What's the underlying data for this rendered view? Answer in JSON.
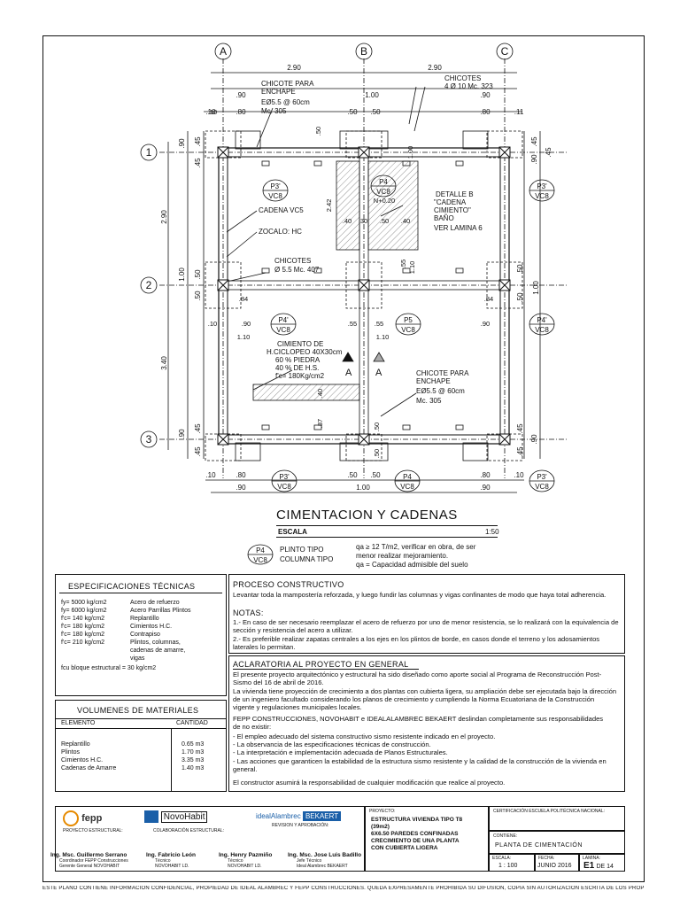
{
  "plan": {
    "axes": {
      "cols": [
        "A",
        "B",
        "C"
      ],
      "rows": [
        "1",
        "2",
        "3"
      ]
    },
    "dims_top": {
      "span_ab": "2.90",
      "span_bc": "2.90",
      "row2": [
        ".90",
        "1.00",
        ".90"
      ],
      "row3": [
        ".10",
        ".80",
        ".50",
        ".50",
        ".80",
        ".11"
      ]
    },
    "dims_left": {
      "span_12": "2.90",
      "span_23": "3.40",
      "d1": [
        ".90",
        ".45",
        ".45"
      ],
      "d2": [
        "1.00",
        ".50",
        ".50"
      ],
      "d3": [
        ".90",
        ".45",
        ".45"
      ]
    },
    "dims_right": {
      "d1": [
        ".45",
        ".90",
        ".45"
      ],
      "d2": [
        "1.00",
        ".50",
        ".50"
      ],
      "d3": [
        ".90",
        ".45",
        ".45"
      ]
    },
    "dims_bottom": {
      "row1": [
        ".10",
        ".80",
        ".50",
        ".50",
        ".80",
        ".10"
      ],
      "row2": [
        ".90",
        "1.00",
        ".90"
      ]
    },
    "inner_dims": [
      ".50",
      "2.42",
      ".40",
      ".30",
      ".50",
      ".40",
      ".55",
      "1.10",
      ".84",
      ".84",
      ".90",
      ".55",
      ".55",
      ".90",
      ".10",
      "1.10",
      "1.10",
      ".40",
      ".87",
      ".50",
      ".50",
      "1.00",
      ".10",
      "N+0.20"
    ],
    "notes": {
      "chicote_enchape": [
        "CHICOTE PARA",
        "ENCHAPE",
        "EØ5.5 @ 60cm",
        "Mc. 305"
      ],
      "chicotes_top": [
        "CHICOTES",
        "4 Ø 10 Mc. 323"
      ],
      "cadena": "CADENA VC5",
      "zocalo": "ZOCALO: HC",
      "chicotes_mid": [
        "CHICOTES",
        "Ø 5.5 Mc. 407"
      ],
      "detalle": [
        "DETALLE B",
        "\"CADENA",
        "CIMIENTO\"",
        "BAÑO",
        "VER LAMINA 6"
      ],
      "cimiento": [
        "CIMIENTO DE",
        "H.CICLOPEO 40X30cm",
        "60 % PIEDRA",
        "40 % DE H.S.",
        "f'c= 180Kg/cm2"
      ],
      "chicote_enchape2": [
        "CHICOTE PARA",
        "ENCHAPE",
        "EØ5.5 @ 60cm",
        "Mc. 305"
      ],
      "section_mark": "A"
    },
    "tags": [
      {
        "top": "P3'",
        "bottom": "VC8"
      },
      {
        "top": "P4",
        "bottom": "VC8"
      },
      {
        "top": "P3'",
        "bottom": "VC8"
      },
      {
        "top": "P4'",
        "bottom": "VC8"
      },
      {
        "top": "P5",
        "bottom": "VC8"
      },
      {
        "top": "P4'",
        "bottom": "VC8"
      },
      {
        "top": "P3'",
        "bottom": "VC8"
      },
      {
        "top": "P4",
        "bottom": "VC8"
      },
      {
        "top": "P3'",
        "bottom": "VC8"
      }
    ]
  },
  "title_block": {
    "title": "CIMENTACION Y CADENAS",
    "scale_label": "ESCALA",
    "scale_value": "1:50",
    "legend_tag_top": "P4",
    "legend_tag_bottom": "VC8",
    "legend_line1": "PLINTO TIPO",
    "legend_line2": "COLUMNA TIPO",
    "qa_note1": "qa ≥ 12 T/m2, verificar en obra, de ser",
    "qa_note2": "menor realizar mejoramiento.",
    "qa_note3": "qa = Capacidad admisible del suelo"
  },
  "specs": {
    "title": "ESPECIFICACIONES TÉCNICAS",
    "rows": [
      [
        "fy= 5000 kg/cm2",
        "Acero de refuerzo"
      ],
      [
        "fy= 6000 kg/cm2",
        "Acero Parrillas Plintos"
      ],
      [
        "f'c= 140 kg/cm2",
        "Replantillo"
      ],
      [
        "f'c= 180 kg/cm2",
        "Cimientos H.C."
      ],
      [
        "f'c= 180 kg/cm2",
        "Contrapiso"
      ],
      [
        "f'c= 210 kg/cm2",
        "Plintos, columnas,"
      ],
      [
        "",
        "cadenas de amarre,"
      ],
      [
        "",
        "vigas"
      ]
    ],
    "last": "fcu bloque estructural = 30 kg/cm2"
  },
  "volumes": {
    "title": "VOLUMENES DE MATERIALES",
    "col1": "ELEMENTO",
    "col2": "CANTIDAD",
    "rows": [
      [
        "Replantillo",
        "0.65 m3"
      ],
      [
        "Plintos",
        "1.70 m3"
      ],
      [
        "Cimientos H.C.",
        "3.35 m3"
      ],
      [
        "Cadenas de Amarre",
        "1.40 m3"
      ]
    ]
  },
  "proceso": {
    "title": "PROCESO CONSTRUCTIVO",
    "text": "Levantar toda la mampostería reforzada, y luego fundir las columnas y vigas confinantes de modo que haya total adherencia.",
    "notas_title": "NOTAS:",
    "nota1": "1.- En caso de ser necesario reemplazar el acero de refuerzo por uno de menor resistencia, se lo realizará con la equivalencia de sección y resistencia del acero a utilizar.",
    "nota2": "2.- Es preferible realizar zapatas centrales a los ejes en los plintos de borde, en casos donde el terreno y los adosamientos laterales lo permitan."
  },
  "aclaratoria": {
    "title": "ACLARATORIA AL PROYECTO EN GENERAL",
    "p1": "El presente proyecto arquitectónico y estructural ha sido diseñado como aporte social al Programa de Reconstrucción Post-Sismo del 16 de abril de 2016.",
    "p2": "La vivienda tiene proyección de crecimiento a dos plantas con cubierta ligera, su ampliación debe ser ejecutada bajo la dirección de un ingeniero facultado considerando los planos de crecimiento y cumpliendo la Norma Ecuatoriana de la Construcción vigente y regulaciones municipales locales.",
    "p3": "FEPP CONSTRUCCIONES, NOVOHABIT e IDEALALAMBREC BEKAERT deslindan completamente sus responsabilidades de no existir:",
    "items": [
      "- El empleo adecuado del sistema constructivo sismo resistente indicado en el proyecto.",
      "- La observancia de las especificaciones técnicas de construcción.",
      "- La interpretación e implementación adecuada de Planos Estructurales.",
      "- Las acciones que garanticen la estabilidad de la estructura sismo resistente y la calidad de la construcción de la vivienda en general."
    ],
    "p4": "El constructor asumirá la responsabilidad de cualquier modificación que realice al proyecto."
  },
  "footer_block": {
    "logo1": "fepp",
    "logo1_caption": "PROYECTO ESTRUCTURAL:",
    "logo2": "NovoHabit",
    "logo2_caption": "COLABORACIÓN ESTRUCTURAL:",
    "logo3a": "idealAlambrec",
    "logo3b": "BEKAERT",
    "logo3_caption": "REVISION Y APROBACIÓN:",
    "signers": [
      {
        "name": "Ing. Msc. Guillermo Serrano",
        "role1": "Coordinador FEPP Construcciones",
        "role2": "Gerente General NOVOHABIT"
      },
      {
        "name": "Ing. Fabricio León",
        "role1": "Técnico",
        "role2": "NOVOHABIT LD."
      },
      {
        "name": "Ing. Henry Pazmiño",
        "role1": "Técnico",
        "role2": "NOVOHABIT LD."
      },
      {
        "name": "Ing. Msc. Jose Luis Badillo",
        "role1": "Jefe Técnico",
        "role2": "Ideal Alambrec BEKAERT"
      }
    ],
    "proyecto_label": "PROYECTO:",
    "proyecto_lines": [
      "ESTRUCTURA VIVIENDA TIPO T8",
      "(39m2)",
      "6X6.50 PAREDES CONFINADAS",
      "CRECIMIENTO DE UNA PLANTA",
      "CON CUBIERTA LIGERA"
    ],
    "cert_label": "CERTIFICACIÓN ESCUELA POLITÉCNICA NACIONAL:",
    "contiene_label": "CONTIENE:",
    "contiene_value": "PLANTA DE CIMENTACIÓN",
    "escala_label": "ESCALA:",
    "escala_value": "1 : 100",
    "fecha_label": "FECHA:",
    "fecha_value": "JUNIO 2016",
    "lamina_label": "LAMINA:",
    "lamina_value_a": "E1",
    "lamina_value_b": "DE 14"
  },
  "disclaimer": "ESTE PLANO CONTIENE INFORMACION CONFIDENCIAL, PROPIEDAD DE IDEAL ALAMBREC Y FEPP CONSTRUCCIONES. QUEDA EXPRESAMENTE PROHIBIDA SU DIFUSION, COPIA SIN AUTORIZACION ESCRITA DE LOS PROPIETARIOS ANTES MENCIONADOS"
}
